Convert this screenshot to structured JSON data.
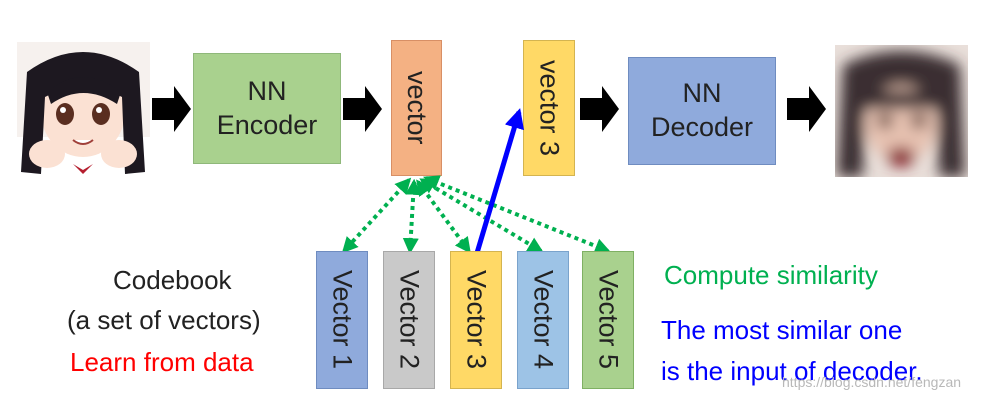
{
  "encoder": {
    "label": "NN\nEncoder",
    "color": "#a9d18e"
  },
  "vector": {
    "label": "vector",
    "color": "#f4b183"
  },
  "selected_vector": {
    "label": "vector 3",
    "color": "#ffd966"
  },
  "decoder": {
    "label": "NN\nDecoder",
    "color": "#8faadc"
  },
  "codebook": {
    "title": "Codebook",
    "subtitle": "(a set of vectors)",
    "learn": "Learn from data",
    "learn_color": "#ff0000",
    "entries": [
      {
        "label": "Vector 1",
        "color": "#8faadc"
      },
      {
        "label": "Vector 2",
        "color": "#c9c9c9"
      },
      {
        "label": "Vector 3",
        "color": "#ffd966"
      },
      {
        "label": "Vector 4",
        "color": "#9dc3e6"
      },
      {
        "label": "Vector 5",
        "color": "#a9d18e"
      }
    ]
  },
  "similarity": {
    "label": "Compute similarity",
    "color": "#00b050"
  },
  "most_similar": {
    "line1": "The most similar one",
    "line2": "is the input of decoder.",
    "color": "#0000ff"
  },
  "watermark": "https://blog.csdn.net/fengzan"
}
